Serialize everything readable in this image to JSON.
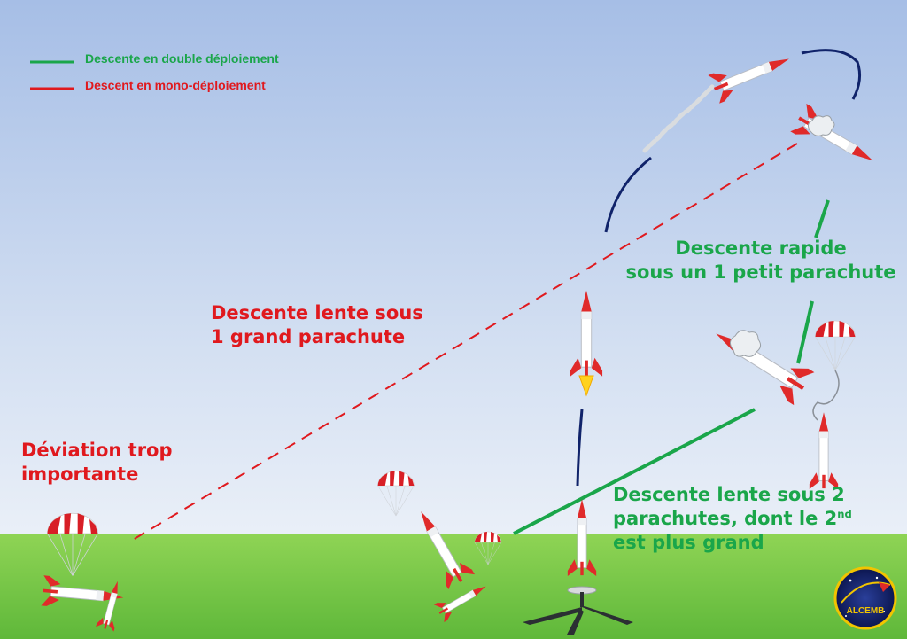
{
  "legend": [
    {
      "label": "Descente en double déploiement",
      "color": "#1aa64a"
    },
    {
      "label": "Descent en mono-déploiement",
      "color": "#e0191e"
    }
  ],
  "labels": {
    "deviation": {
      "line1": "Déviation trop",
      "line2": "importante"
    },
    "slow_single": {
      "line1": "Descente lente sous",
      "line2": "1 grand parachute"
    },
    "fast_small": {
      "line1": "Descente rapide",
      "line2": "sous un 1 petit parachute"
    },
    "slow_double": {
      "line1": "Descente lente sous 2",
      "line2_a": "parachutes, dont le 2",
      "line2_sup": "nd",
      "line3": "est plus grand"
    }
  },
  "logo": {
    "text": "ALCEMB"
  },
  "colors": {
    "sky_top": "#a7bfe6",
    "sky_bottom": "#f5f8fb",
    "grass": "#7cc94a",
    "green_path": "#1aa64a",
    "red_path": "#e0191e",
    "trajectory": "#10236a",
    "rocket_red": "#e02a2a"
  }
}
